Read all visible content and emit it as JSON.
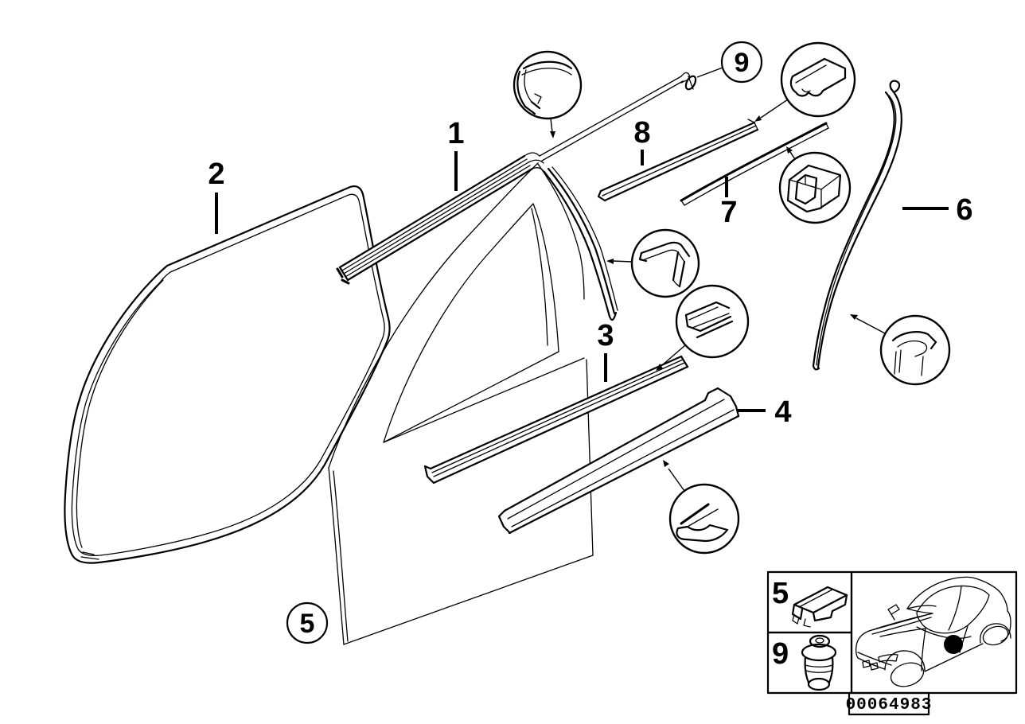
{
  "diagram": {
    "callouts": {
      "item1": "1",
      "item2": "2",
      "item3": "3",
      "item4": "4",
      "item5": "5",
      "item6": "6",
      "item7": "7",
      "item8": "8",
      "item9": "9"
    },
    "legend": {
      "row1_label": "5",
      "row2_label": "9"
    },
    "part_number": "00064983",
    "colors": {
      "line": "#000000",
      "background": "#ffffff",
      "marker_dot": "#000000"
    },
    "icons": {
      "legend_row1": "clip-icon",
      "legend_row2": "grommet-icon",
      "footer": "car-icon",
      "car_marker": "door-location-dot"
    }
  }
}
